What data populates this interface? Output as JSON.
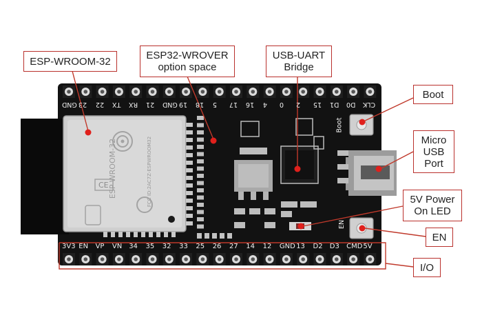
{
  "colors": {
    "callout_border": "#b92f2b",
    "leader_line": "#c0392b",
    "dot": "#e0201c",
    "pcb": "#121212",
    "module_shield": "#cfcfcf"
  },
  "callouts": {
    "esp_wroom": "ESP-WROOM-32",
    "esp_wrover": "ESP32-WROVER\noption space",
    "usb_uart": "USB-UART\nBridge",
    "boot": "Boot",
    "micro_usb": "Micro\nUSB\nPort",
    "power_led": "5V Power\nOn LED",
    "en": "EN",
    "io": "I/O"
  },
  "board": {
    "bottom_pins": [
      "3V3",
      "EN",
      "VP",
      "VN",
      "34",
      "35",
      "32",
      "33",
      "25",
      "26",
      "27",
      "14",
      "12",
      "GND",
      "13",
      "D2",
      "D3",
      "CMD",
      "5V"
    ],
    "top_pins": [
      "GND",
      "23",
      "22",
      "TX",
      "RX",
      "21",
      "GND",
      "19",
      "18",
      "5",
      "17",
      "16",
      "4",
      "0",
      "2",
      "15",
      "D1",
      "D0",
      "CLK"
    ],
    "module_text": [
      "ESP-WROOM-32",
      "CE",
      "FCC ID:2AC7Z-ESPWROOM32"
    ],
    "button_boot": "Boot",
    "button_en": "EN"
  }
}
